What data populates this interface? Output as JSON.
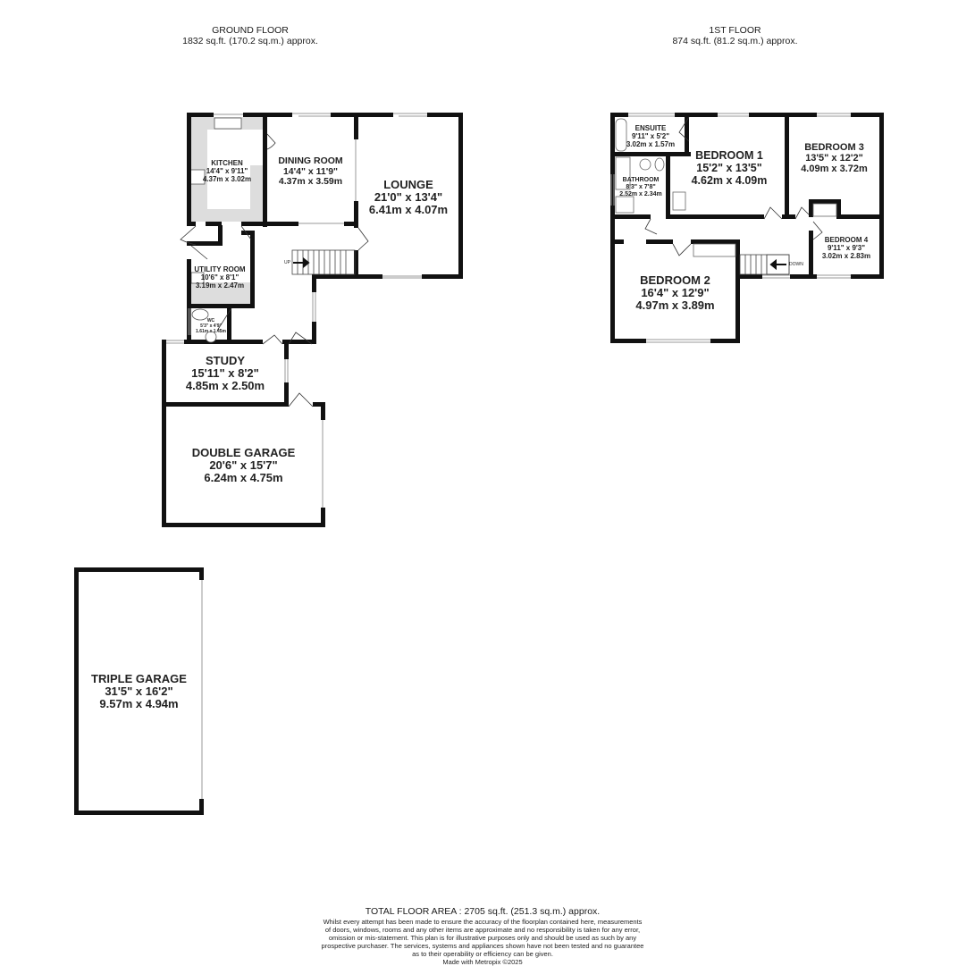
{
  "ground_floor": {
    "title": "GROUND FLOOR",
    "area": "1832 sq.ft. (170.2 sq.m.) approx.",
    "rooms": [
      {
        "name": "KITCHEN",
        "imperial": "14'4\"  x 9'11\"",
        "metric": "4.37m  x 3.02m"
      },
      {
        "name": "DINING ROOM",
        "imperial": "14'4\"  x 11'9\"",
        "metric": "4.37m  x 3.59m"
      },
      {
        "name": "LOUNGE",
        "imperial": "21'0\"  x 13'4\"",
        "metric": "6.41m  x 4.07m"
      },
      {
        "name": "UTILITY ROOM",
        "imperial": "10'6\"  x 8'1\"",
        "metric": "3.19m  x 2.47m"
      },
      {
        "name": "WC",
        "imperial": "5'3\" x 4'9\"",
        "metric": "1.61m x 1.45m"
      },
      {
        "name": "STUDY",
        "imperial": "15'11\"  x 8'2\"",
        "metric": "4.85m  x 2.50m"
      },
      {
        "name": "DOUBLE GARAGE",
        "imperial": "20'6\"  x 15'7\"",
        "metric": "6.24m  x 4.75m"
      },
      {
        "name": "TRIPLE GARAGE",
        "imperial": "31'5\"  x 16'2\"",
        "metric": "9.57m  x 4.94m"
      }
    ],
    "stairs_label": "UP"
  },
  "first_floor": {
    "title": "1ST FLOOR",
    "area": "874 sq.ft. (81.2 sq.m.) approx.",
    "rooms": [
      {
        "name": "ENSUITE",
        "imperial": "9'11\"  x 5'2\"",
        "metric": "3.02m  x 1.57m"
      },
      {
        "name": "BATHROOM",
        "imperial": "8'3\"  x 7'8\"",
        "metric": "2.52m  x 2.34m"
      },
      {
        "name": "BEDROOM 1",
        "imperial": "15'2\"  x 13'5\"",
        "metric": "4.62m  x 4.09m"
      },
      {
        "name": "BEDROOM 2",
        "imperial": "16'4\"  x 12'9\"",
        "metric": "4.97m  x 3.89m"
      },
      {
        "name": "BEDROOM 3",
        "imperial": "13'5\"  x 12'2\"",
        "metric": "4.09m  x 3.72m"
      },
      {
        "name": "BEDROOM 4",
        "imperial": "9'11\"  x 9'3\"",
        "metric": "3.02m  x 2.83m"
      }
    ],
    "stairs_label": "DOWN"
  },
  "footer": {
    "total": "TOTAL FLOOR AREA : 2705 sq.ft. (251.3 sq.m.) approx.",
    "disclaimer": [
      "Whilst every attempt has been made to ensure the accuracy of the floorplan contained here, measurements",
      "of doors, windows, rooms and any other items are approximate and no responsibility is taken for any error,",
      "omission or mis-statement. This plan is for illustrative purposes only and should be used as such by any",
      "prospective purchaser. The services, systems and appliances shown have not been tested and no guarantee",
      "as to their operability or efficiency can be given."
    ],
    "credit": "Made with Metropix ©2025"
  },
  "colors": {
    "wall": "#111111",
    "fitting": "#dddddd",
    "window": "#aaaaaa"
  }
}
